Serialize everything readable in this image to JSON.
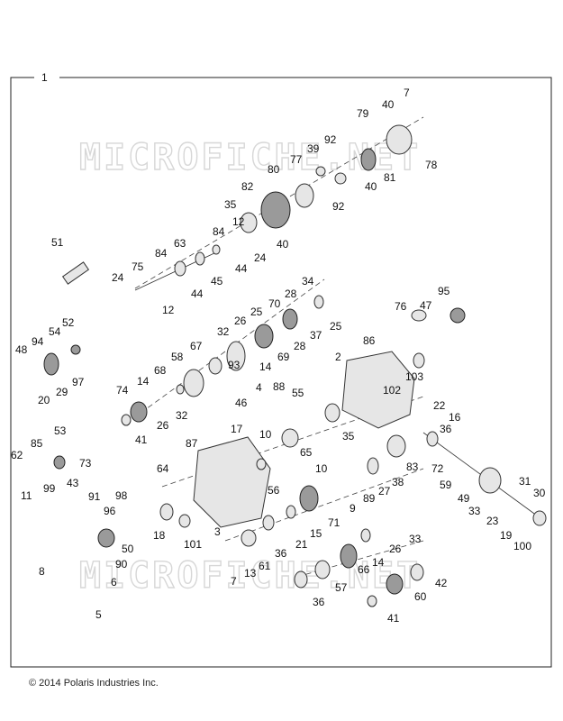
{
  "watermark": "MICROFICHE.NET",
  "group_label": "1",
  "copyright": "© 2014 Polaris Industries Inc.",
  "callouts": [
    "2",
    "3",
    "4",
    "5",
    "6",
    "7",
    "8",
    "9",
    "10",
    "11",
    "12",
    "13",
    "14",
    "15",
    "16",
    "17",
    "18",
    "19",
    "20",
    "21",
    "22",
    "23",
    "24",
    "25",
    "26",
    "27",
    "28",
    "29",
    "30",
    "31",
    "32",
    "33",
    "34",
    "35",
    "36",
    "37",
    "38",
    "39",
    "40",
    "41",
    "42",
    "43",
    "44",
    "45",
    "46",
    "47",
    "48",
    "49",
    "50",
    "51",
    "52",
    "53",
    "54",
    "55",
    "56",
    "57",
    "58",
    "59",
    "60",
    "61",
    "62",
    "63",
    "64",
    "65",
    "66",
    "67",
    "68",
    "69",
    "70",
    "71",
    "72",
    "73",
    "74",
    "75",
    "76",
    "77",
    "78",
    "79",
    "80",
    "81",
    "82",
    "83",
    "84",
    "85",
    "86",
    "87",
    "88",
    "89",
    "90",
    "91",
    "92",
    "93",
    "94",
    "95",
    "96",
    "97",
    "98",
    "99",
    "100",
    "101",
    "102",
    "103"
  ]
}
